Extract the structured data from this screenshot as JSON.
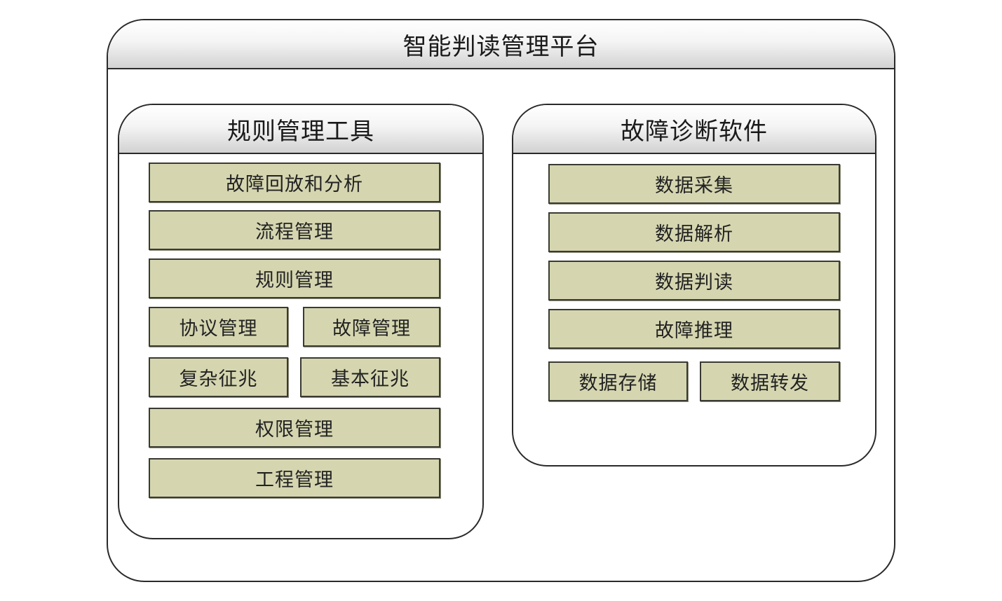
{
  "platform": {
    "title": "智能判读管理平台"
  },
  "rule_tool": {
    "title": "规则管理工具",
    "modules": {
      "fault_playback": "故障回放和分析",
      "process_mgmt": "流程管理",
      "rule_mgmt": "规则管理",
      "protocol_mgmt": "协议管理",
      "fault_mgmt": "故障管理",
      "complex_sign": "复杂征兆",
      "basic_sign": "基本征兆",
      "permission_mgmt": "权限管理",
      "project_mgmt": "工程管理"
    }
  },
  "diagnosis_software": {
    "title": "故障诊断软件",
    "modules": {
      "data_collection": "数据采集",
      "data_parsing": "数据解析",
      "data_interpretation": "数据判读",
      "fault_inference": "故障推理",
      "data_storage": "数据存储",
      "data_forwarding": "数据转发"
    }
  },
  "colors": {
    "module_fill": "#d5d6b0",
    "border": "#2a2a2a",
    "header_gradient_bottom": "#d2d2d2"
  }
}
